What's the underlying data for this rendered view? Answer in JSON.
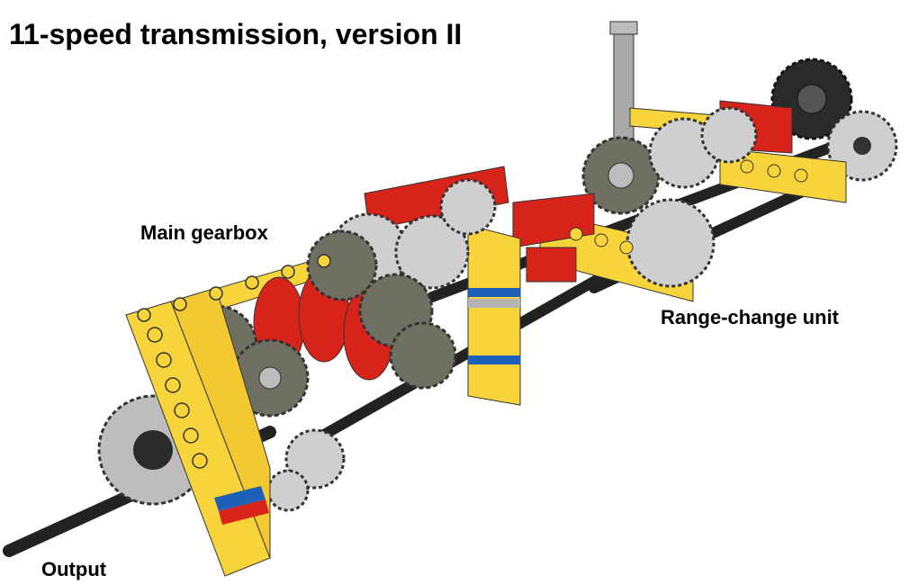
{
  "title": "11-speed transmission, version II",
  "labels": {
    "main_gearbox": "Main gearbox",
    "range_change_unit": "Range-change unit",
    "output": "Output"
  },
  "colors": {
    "beam_yellow": "#f7d43c",
    "brick_red": "#d8231a",
    "gear_dark": "#6f6f62",
    "gear_light": "#c8c8c8",
    "axle_black": "#222222",
    "stripe_blue": "#1e5fb8",
    "stripe_gray": "#b4b4b4",
    "gear_black": "#2a2a2a"
  }
}
